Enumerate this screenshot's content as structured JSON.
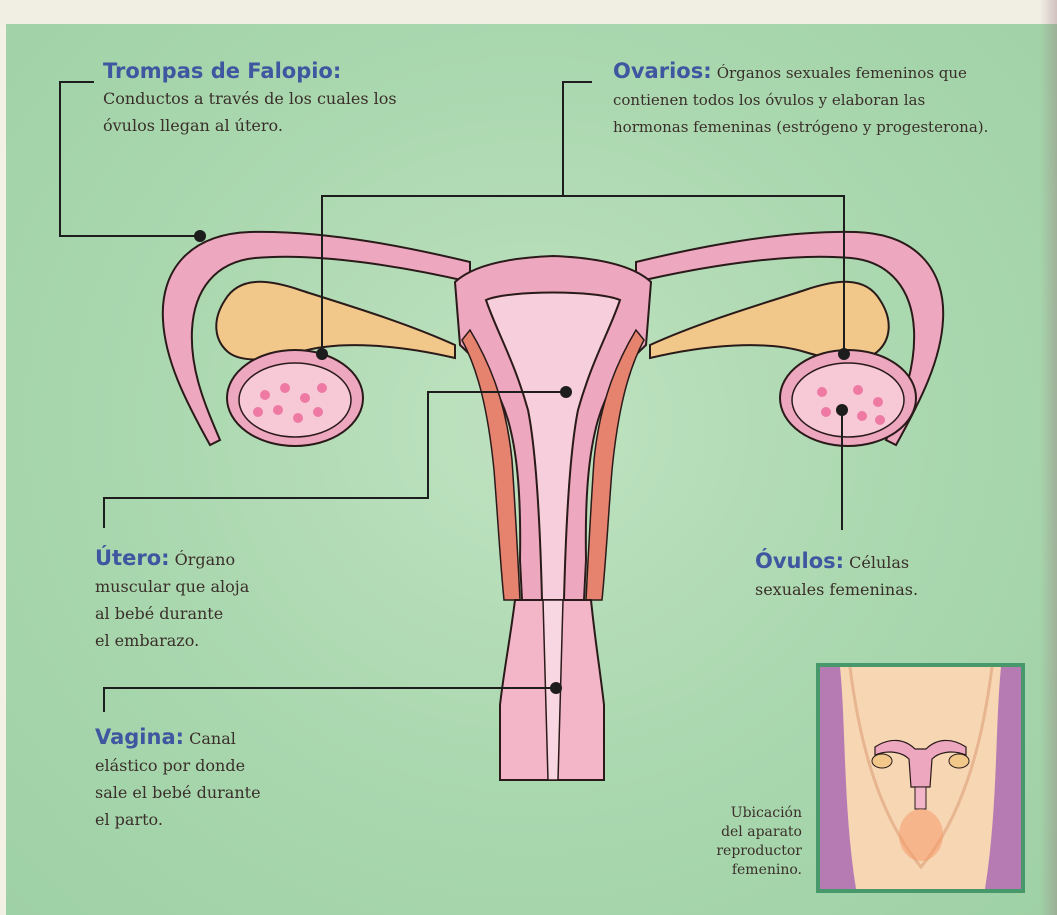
{
  "labels": {
    "trompas": {
      "title": "Trompas de Falopio:",
      "text_1": "Conductos a través de los cuales los",
      "text_2": "óvulos llegan al útero."
    },
    "ovarios": {
      "title": "Ovarios:",
      "text_0": "Órganos sexuales femeninos que",
      "text_1": "contienen todos los óvulos y elaboran las",
      "text_2": "hormonas femeninas (estrógeno y progesterona)."
    },
    "utero": {
      "title": "Útero:",
      "text_0": "Órgano",
      "text_1": "muscular que aloja",
      "text_2": "al bebé durante",
      "text_3": "el embarazo."
    },
    "ovulos": {
      "title": "Óvulos:",
      "text_0": "Células",
      "text_1": "sexuales femeninas."
    },
    "vagina": {
      "title": "Vagina:",
      "text_0": "Canal",
      "text_1": "elástico por donde",
      "text_2": "sale el bebé durante",
      "text_3": "el parto."
    }
  },
  "inset": {
    "caption_1": "Ubicación",
    "caption_2": "del aparato",
    "caption_3": "reproductor",
    "caption_4": "femenino."
  },
  "colors": {
    "background_green": "#a9d7ae",
    "title_blue": "#3f56a0",
    "organ_pink": "#eda7bf",
    "ovary_fill": "#f7c9d6",
    "fallopian_yellow": "#f1c88a",
    "inset_border": "#47986a"
  }
}
